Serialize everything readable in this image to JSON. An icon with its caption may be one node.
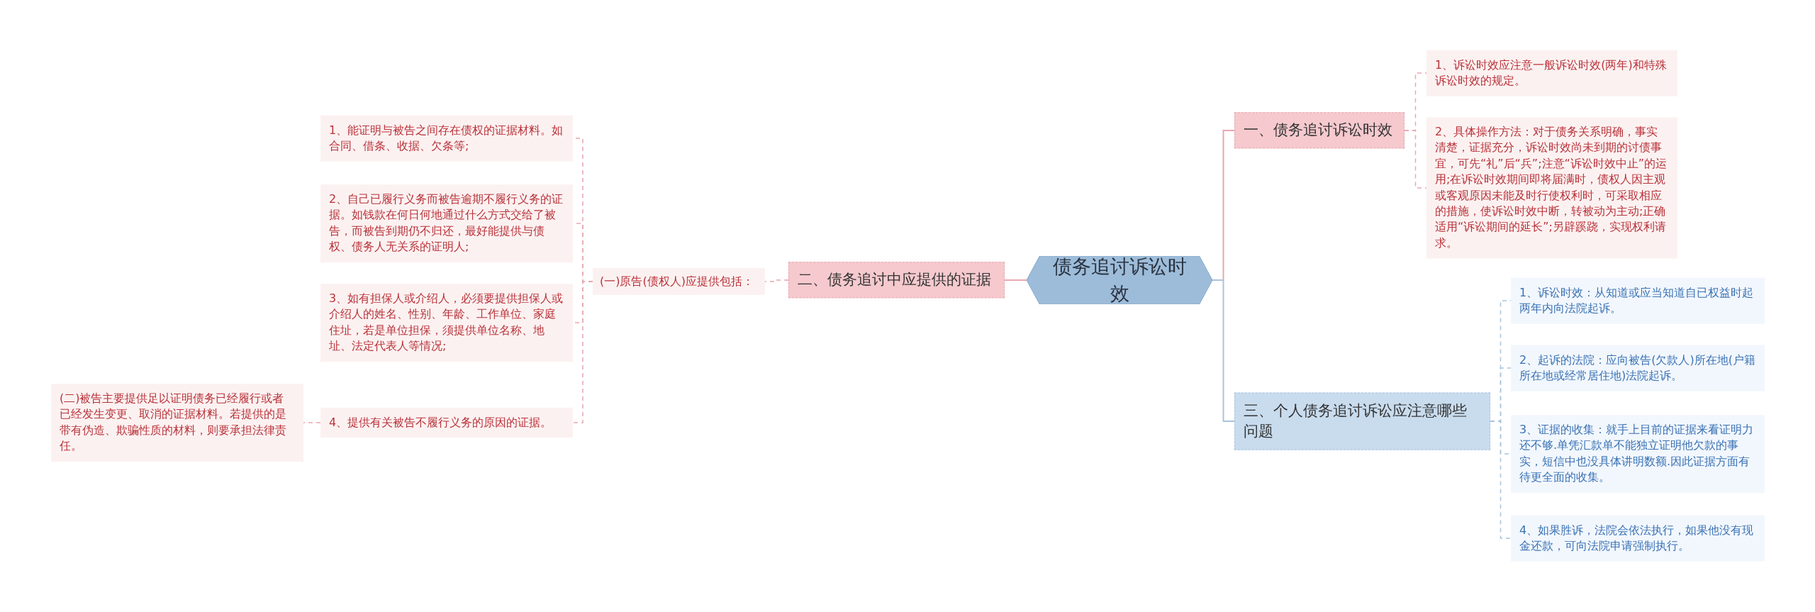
{
  "diagram": {
    "nodes": [
      {
        "text": [
          "债务追讨诉讼时效"
        ]
      },
      {
        "text": [
          "一、债务追讨诉讼时效"
        ]
      },
      {
        "text": [
          "1、诉讼时效应注意一般诉讼时效(两年)和特殊诉讼时效的规定。"
        ]
      },
      {
        "text": [
          "2、具体操作方法：对于债务关系明确，事实清楚，证据充分，诉讼时效尚未到期的讨债事宜，可先“礼”后“兵”;注意“诉讼时效中止”的运用;在诉讼时效期间即将届满时，债权人因主观或客观原因未能及时行使权利时，可采取相应的措施，使诉讼时效中断，转被动为主动;正确适用“诉讼期间的延长”;另辟蹊跷，实现权利请求。"
        ]
      },
      {
        "text": [
          "二、债务追讨中应提供的证据"
        ]
      },
      {
        "text": [
          "(一)原告(债权人)应提供包括："
        ]
      },
      {
        "text": [
          "1、能证明与被告之间存在债权的证据材料。如合同、借条、收据、欠条等;"
        ]
      },
      {
        "text": [
          "2、自己已履行义务而被告逾期不履行义务的证据。如钱款在何日何地通过什么方式交给了被告，而被告到期仍不归还，最好能提供与债权、债务人无关系的证明人;"
        ]
      },
      {
        "text": [
          "3、如有担保人或介绍人，必须要提供担保人或介绍人的姓名、性别、年龄、工作单位、家庭住址，若是单位担保，须提供单位名称、地址、法定代表人等情况;"
        ]
      },
      {
        "text": [
          "4、提供有关被告不履行义务的原因的证据。"
        ]
      },
      {
        "text": [
          "(二)被告主要提供足以证明债务已经履行或者已经发生变更、取消的证据材料。若提供的是带有伪造、欺骗性质的材料，则要承担法律责任。"
        ]
      },
      {
        "text": [
          "三、个人债务追讨诉讼应注意哪些问题"
        ]
      },
      {
        "text": [
          "1、诉讼时效：从知道或应当知道自已权益时起两年内向法院起诉。"
        ]
      },
      {
        "text": [
          "2、起诉的法院：应向被告(欠款人)所在地(户籍所在地或经常居住地)法院起诉。"
        ]
      },
      {
        "text": [
          "3、证据的收集：就手上目前的证据来看证明力还不够.单凭汇款单不能独立证明他欠款的事实，短信中也没具体讲明数额.因此证据方面有待更全面的收集。"
        ]
      },
      {
        "text": [
          "4、如果胜诉，法院会依法执行，如果他没有现金还款，可向法院申请强制执行。"
        ]
      }
    ],
    "edges": [
      {
        "from": 0,
        "to": 1,
        "arrow": "none"
      },
      {
        "from": 1,
        "to": 2,
        "arrow": "none",
        "style": "dashed"
      },
      {
        "from": 1,
        "to": 3,
        "arrow": "none",
        "style": "dashed"
      },
      {
        "from": 0,
        "to": 4,
        "arrow": "none"
      },
      {
        "from": 4,
        "to": 5,
        "arrow": "none",
        "style": "dashed"
      },
      {
        "from": 5,
        "to": 6,
        "arrow": "none",
        "style": "dashed"
      },
      {
        "from": 5,
        "to": 7,
        "arrow": "none",
        "style": "dashed"
      },
      {
        "from": 5,
        "to": 8,
        "arrow": "none",
        "style": "dashed"
      },
      {
        "from": 5,
        "to": 9,
        "arrow": "none",
        "style": "dashed"
      },
      {
        "from": 9,
        "to": 10,
        "arrow": "none",
        "style": "dashed"
      },
      {
        "from": 0,
        "to": 11,
        "arrow": "none",
        "color": "#a9c3dd"
      },
      {
        "from": 11,
        "to": 12,
        "arrow": "none",
        "style": "dashed",
        "color": "#a9c3dd"
      },
      {
        "from": 11,
        "to": 13,
        "arrow": "none",
        "style": "dashed",
        "color": "#a9c3dd"
      },
      {
        "from": 11,
        "to": 14,
        "arrow": "none",
        "style": "dashed",
        "color": "#a9c3dd"
      },
      {
        "from": 11,
        "to": 15,
        "arrow": "none",
        "style": "dashed",
        "color": "#a9c3dd"
      }
    ]
  }
}
